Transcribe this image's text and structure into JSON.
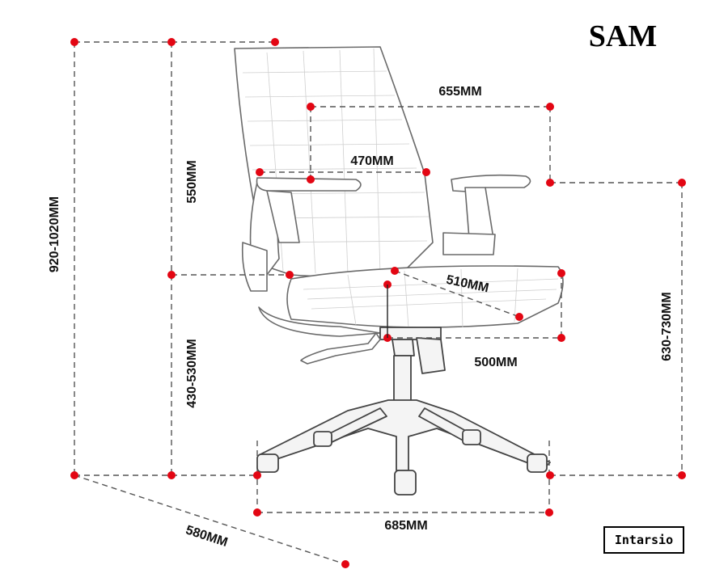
{
  "title": "SAM",
  "brand": "Intarsio",
  "dimensions": {
    "total_height": "920-1020MM",
    "back_height": "550MM",
    "seat_height": "430-530MM",
    "armrest_height": "630-730MM",
    "overall_width": "655MM",
    "back_width": "470MM",
    "seat_width": "510MM",
    "seat_depth": "500MM",
    "base_width": "685MM",
    "base_depth": "580MM"
  },
  "colors": {
    "marker": "#e30613",
    "line": "#555555"
  }
}
